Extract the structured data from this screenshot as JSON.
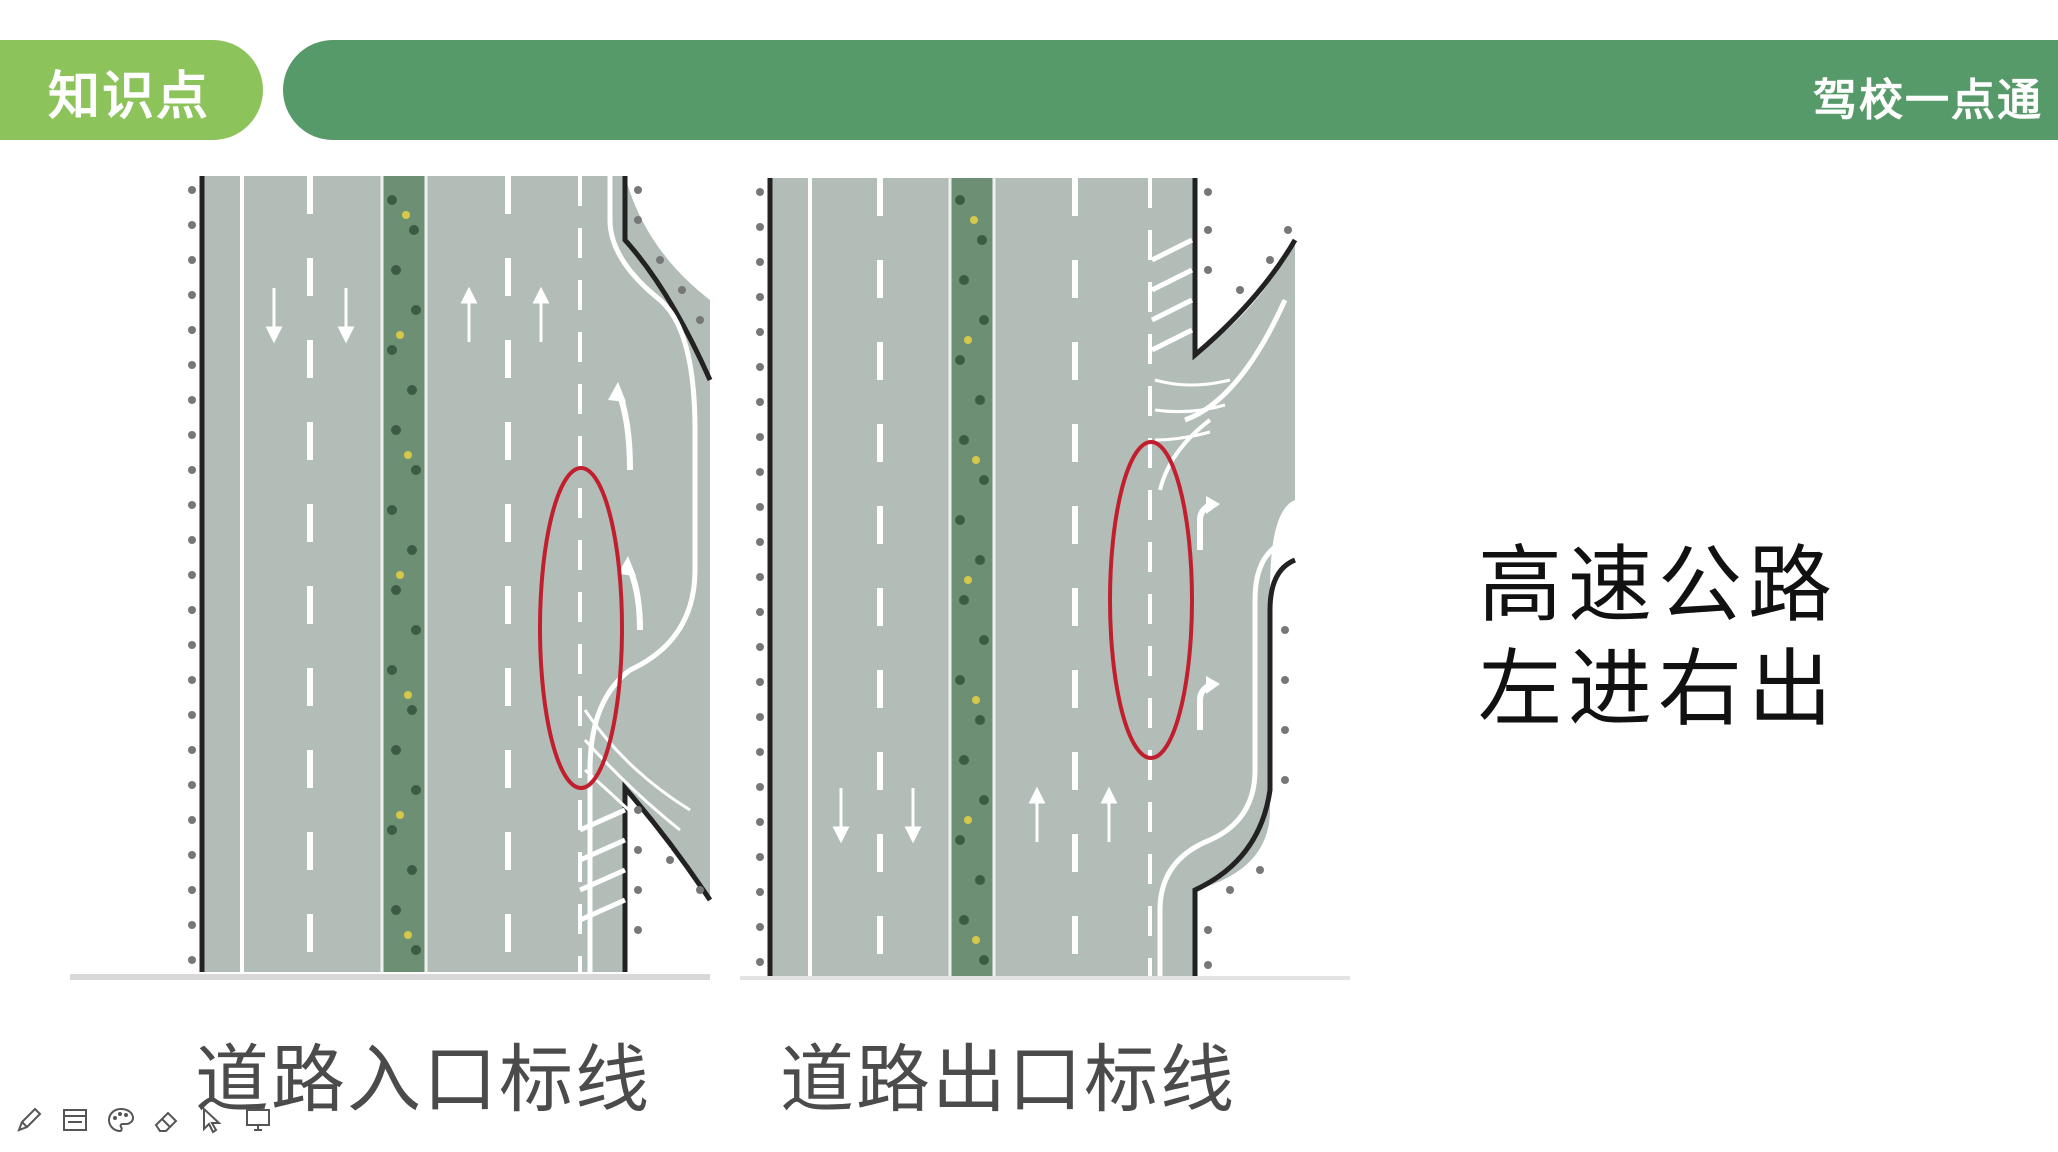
{
  "header": {
    "tab_label": "知识点",
    "brand": "驾校一点通"
  },
  "diagrams": {
    "entrance_caption": "道路入口标线",
    "exit_caption": "道路出口标线"
  },
  "note": {
    "line1": "高速公路",
    "line2": "左进右出"
  },
  "toolbar": {
    "icons": [
      "pen-icon",
      "window-icon",
      "palette-icon",
      "eraser-icon",
      "pointer-icon",
      "screen-icon"
    ]
  },
  "colors": {
    "tab_green": "#8cc35a",
    "bar_green": "#579a69",
    "road_gray": "#b3bdb8",
    "highlight_red": "#c11f2e"
  }
}
